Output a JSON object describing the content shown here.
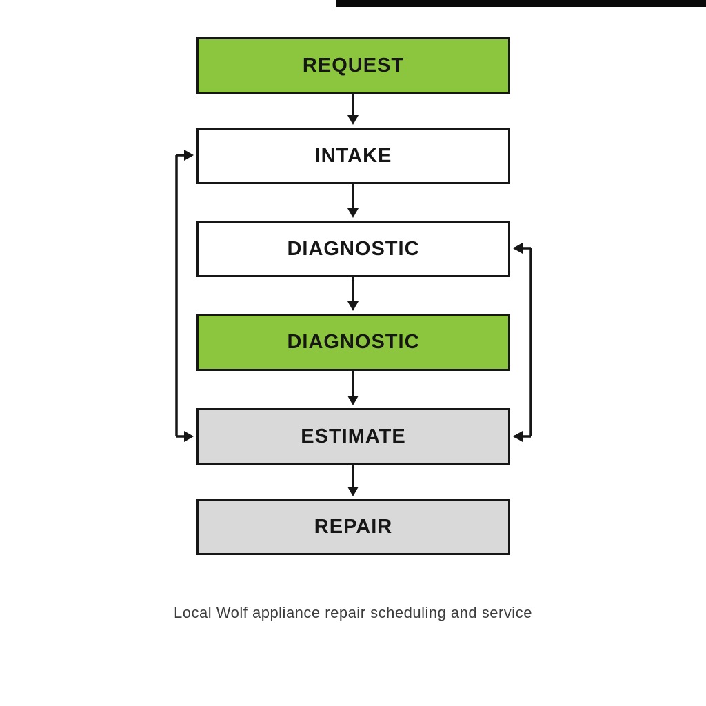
{
  "diagram": {
    "nodes": [
      {
        "id": "request",
        "label": "REQUEST",
        "variant": "green"
      },
      {
        "id": "intake",
        "label": "INTAKE",
        "variant": "white"
      },
      {
        "id": "diagnostic1",
        "label": "DIAGNOSTIC",
        "variant": "white"
      },
      {
        "id": "diagnostic2",
        "label": "DIAGNOSTIC",
        "variant": "green"
      },
      {
        "id": "estimate",
        "label": "ESTIMATE",
        "variant": "gray"
      },
      {
        "id": "repair",
        "label": "REPAIR",
        "variant": "gray"
      }
    ],
    "colors": {
      "green": "#8cc63e",
      "white": "#ffffff",
      "gray": "#d9d9d9",
      "border": "#161616",
      "arrow": "#161616"
    },
    "caption": "Local Wolf appliance repair scheduling and service"
  }
}
